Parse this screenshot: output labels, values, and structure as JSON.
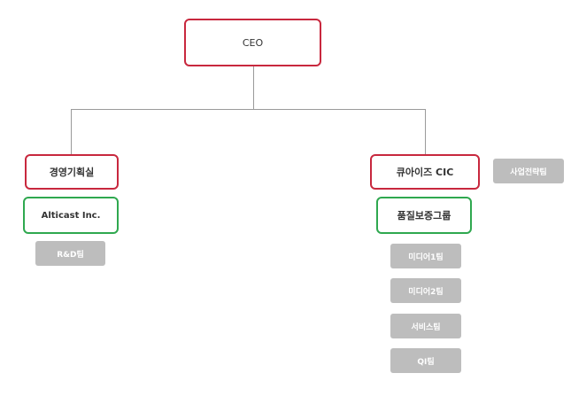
{
  "org_chart": {
    "ceo": "CEO",
    "management_planning": "경영기획실",
    "alticast": "Alticast Inc.",
    "rnd_team": "R&D팀",
    "cueaiz": "큐아이즈 CIC",
    "business_strategy": "사업전략팀",
    "quality_assurance": "품질보증그룹",
    "media_team_1": "미디어1팀",
    "media_team_2": "미디어2팀",
    "service_team": "서비스팀",
    "qi_team": "QI팀"
  },
  "colors": {
    "executive_border": "#c8283e",
    "group_border": "#2fa84f",
    "team_fill": "#bdbdbd",
    "connector": "#9a9a9a"
  }
}
